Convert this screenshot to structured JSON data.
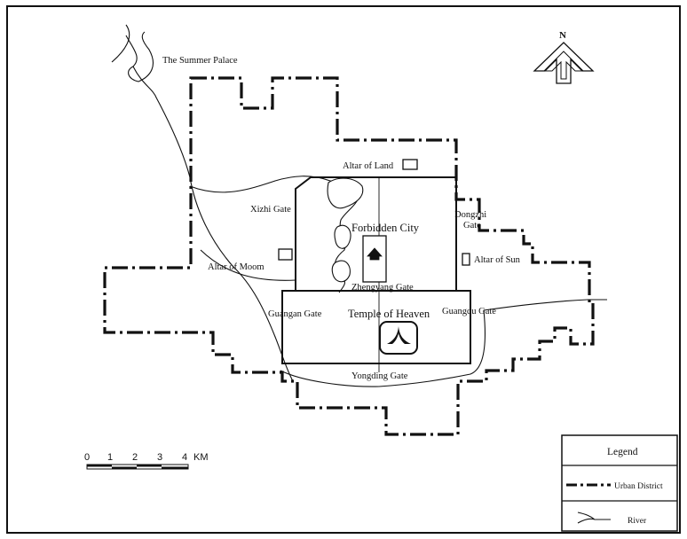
{
  "places": {
    "summer_palace": "The Summer Palace",
    "altar_of_land": "Altar of Land",
    "xizhi_gate": "Xizhi Gate",
    "dongzhi_gate_line1": "Dongzhi",
    "dongzhi_gate_line2": "Gate",
    "forbidden_city": "Forbidden City",
    "altar_of_moon": "Altar of Moom",
    "altar_of_sun": "Altar of Sun",
    "zhengyang_gate": "Zhengyang Gate",
    "guangan_gate": "Guangan Gate",
    "temple_of_heaven": "Temple of Heaven",
    "guangqu_gate": "Guangqu Gate",
    "yongding_gate": "Yongding Gate"
  },
  "north_arrow": {
    "label": "N",
    "icon": "north-arrow-icon"
  },
  "scale_bar": {
    "ticks": [
      "0",
      "1",
      "2",
      "3",
      "4"
    ],
    "unit": "KM"
  },
  "legend": {
    "title": "Legend",
    "items": [
      {
        "label": "Urban District",
        "symbol": "dash-dot-line-icon"
      },
      {
        "label": "River",
        "symbol": "river-symbol-icon"
      }
    ]
  }
}
